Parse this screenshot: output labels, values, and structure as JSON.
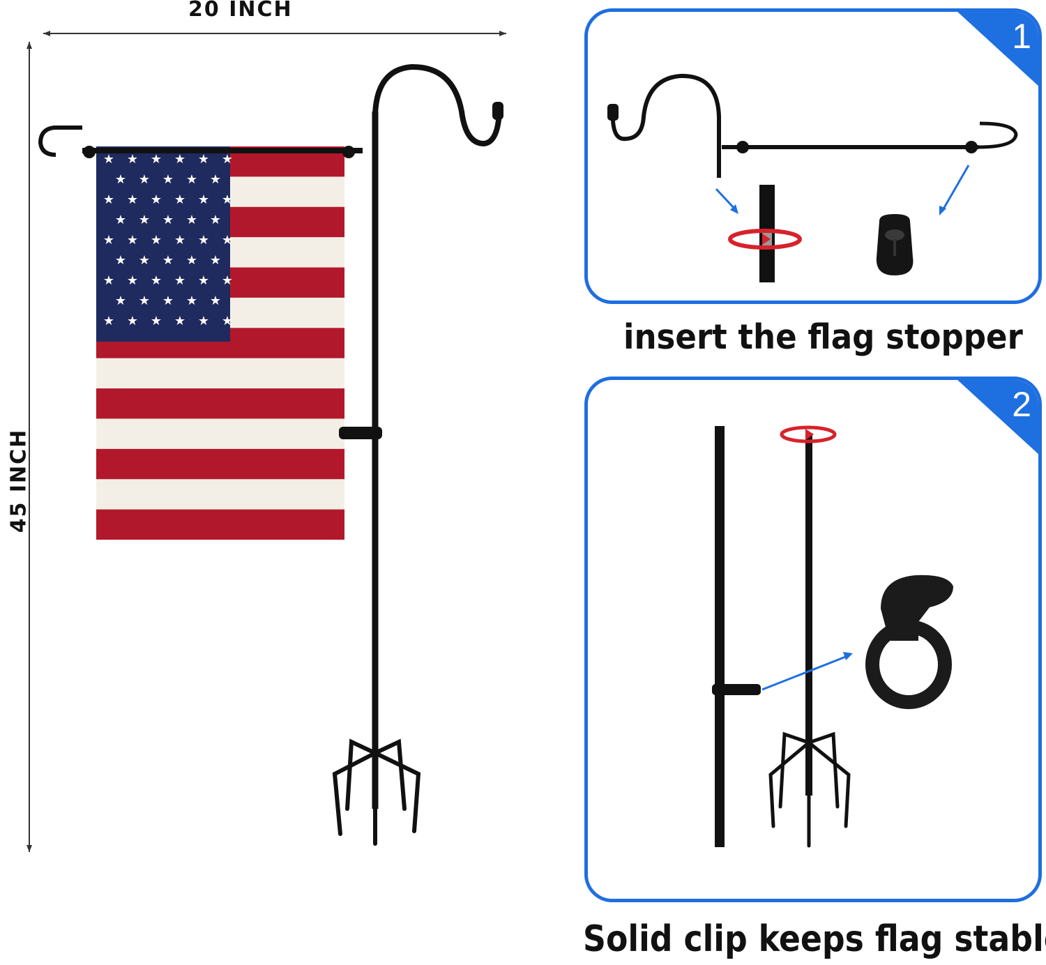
{
  "dimensions": {
    "width_label": "20 INCH",
    "height_label": "45 INCH"
  },
  "steps": [
    {
      "number": "1",
      "caption": "insert the flag stopper"
    },
    {
      "number": "2",
      "caption": "Solid clip keeps flag stable"
    }
  ],
  "colors": {
    "accent_blue": "#1e6fe0",
    "flag_red": "#b2182b",
    "flag_blue": "#1f2a5e",
    "pole_black": "#111111",
    "rotate_red": "#d7222b"
  },
  "icons": [
    "garden-flag-stand-icon",
    "american-flag-icon",
    "flag-stopper-icon",
    "anti-wind-clip-icon",
    "rotate-arrow-icon"
  ]
}
